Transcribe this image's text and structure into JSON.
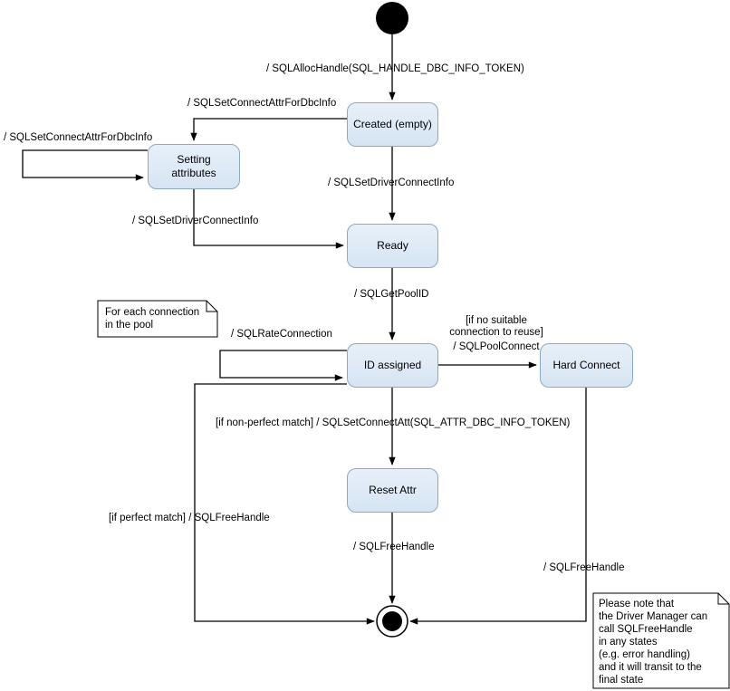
{
  "diagram": {
    "type": "uml-state-machine",
    "subject": "ODBC DBC info token / connection pooling state diagram"
  },
  "colors": {
    "state_fill_top": "#e7f0f9",
    "state_fill_bottom": "#d6e4f3",
    "state_border": "#8ea9c1",
    "line": "#000000",
    "note_fill": "#ffffff",
    "background": "#ffffff"
  },
  "states": {
    "created": {
      "label": "Created (empty)"
    },
    "setting": {
      "label": "Setting\nattributes"
    },
    "ready": {
      "label": "Ready"
    },
    "id_assigned": {
      "label": "ID assigned"
    },
    "hard_connect": {
      "label": "Hard Connect"
    },
    "reset_attr": {
      "label": "Reset Attr"
    }
  },
  "transitions": {
    "alloc_handle": "/ SQLAllocHandle(SQL_HANDLE_DBC_INFO_TOKEN)",
    "set_connect_attr_top": "/ SQLSetConnectAttrForDbcInfo",
    "set_connect_attr_loop": "/ SQLSetConnectAttrForDbcInfo",
    "set_driver_connect_left": "/ SQLSetDriverConnectInfo",
    "set_driver_connect_mid": "/ SQLSetDriverConnectInfo",
    "get_pool_id": "/ SQLGetPoolID",
    "rate_connection": "/ SQLRateConnection",
    "pool_connect_condition": "[if no suitable\nconnection to reuse]",
    "pool_connect_call": "/ SQLPoolConnect",
    "non_perfect_match": "[if non-perfect match] / SQLSetConnectAtt(SQL_ATTR_DBC_INFO_TOKEN)",
    "free_handle_mid": "/ SQLFreeHandle",
    "perfect_match": "[if perfect match] / SQLFreeHandle",
    "free_handle_right": "/ SQLFreeHandle"
  },
  "notes": {
    "pool_note": "For each connection\nin the pool",
    "free_note": "Please note that\nthe Driver Manager can\ncall SQLFreeHandle\nin any states\n(e.g. error handling)\nand it will transit to the\nfinal state"
  }
}
